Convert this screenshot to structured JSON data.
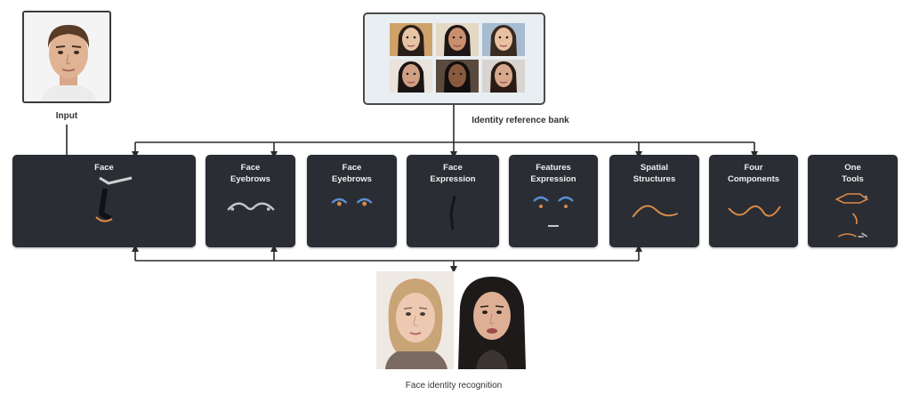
{
  "input": {
    "caption": "Input"
  },
  "reference": {
    "caption": "Identity reference bank"
  },
  "feature_cards": [
    {
      "id": "face",
      "title": "Face",
      "viz_icon": "face-shape-icon"
    },
    {
      "id": "eyebrow",
      "title": "Face\nEyebrows",
      "viz_icon": "eyebrow-curve-icon"
    },
    {
      "id": "eyes",
      "title": "Face\nEyebrows",
      "viz_icon": "eyes-icon"
    },
    {
      "id": "nose",
      "title": "Face\nExpression",
      "viz_icon": "nose-icon"
    },
    {
      "id": "features",
      "title": "Features\nExpression",
      "viz_icon": "eyes-mouth-icon"
    },
    {
      "id": "spatial",
      "title": "Spatial\nStructures",
      "viz_icon": "curve-icon"
    },
    {
      "id": "four",
      "title": "Four\nComponents",
      "viz_icon": "wave-icon"
    },
    {
      "id": "one",
      "title": "One\nTools",
      "viz_icon": "lip-parts-icon"
    }
  ],
  "output": {
    "caption": "Face identity recognition"
  },
  "colors": {
    "card_bg": "#2a2d33",
    "stroke_light": "#c8c8c8",
    "accent_orange": "#d98a4a",
    "accent_blue": "#5a8fd6",
    "line": "#2b2b2b"
  }
}
